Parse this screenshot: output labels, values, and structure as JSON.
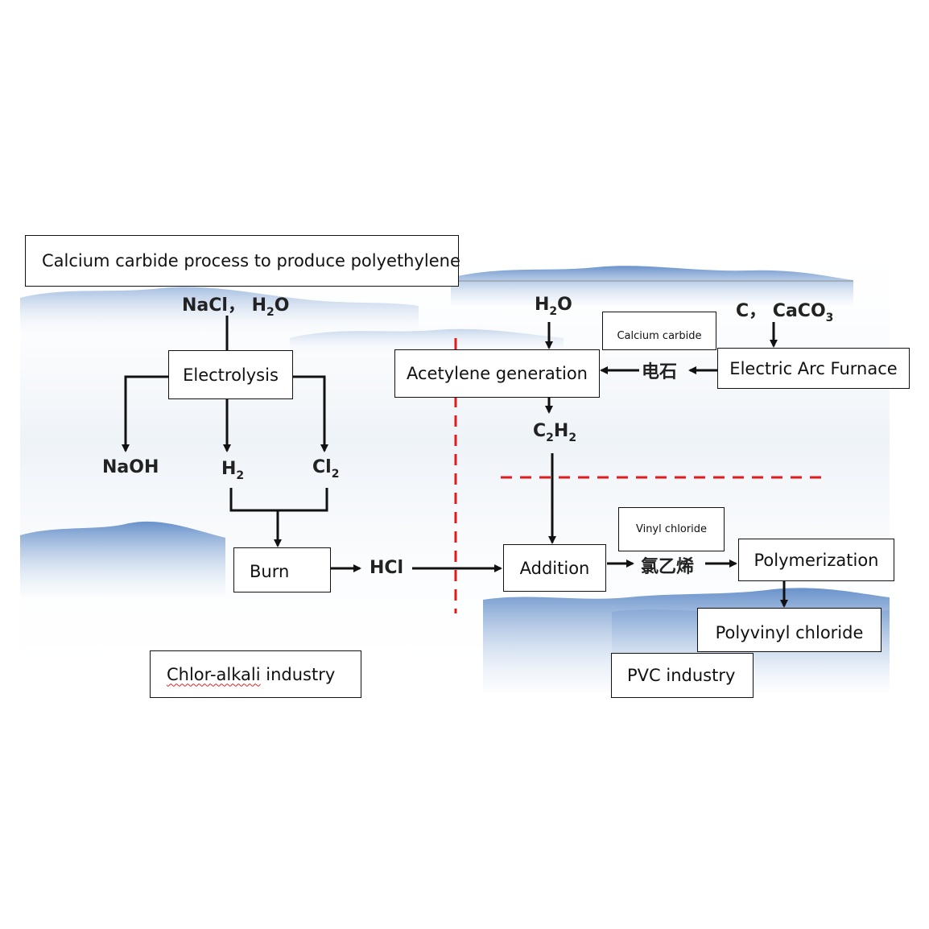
{
  "title": "Calcium carbide process to produce polyethylene",
  "boxes": {
    "electrolysis": "Electrolysis",
    "burn": "Burn",
    "acetylene_generation": "Acetylene generation",
    "electric_arc_furnace": "Electric Arc Furnace",
    "addition": "Addition",
    "polymerization": "Polymerization",
    "polyvinyl_chloride": "Polyvinyl chloride",
    "calcium_carbide_note": "Calcium carbide",
    "vinyl_chloride_note": "Vinyl chloride"
  },
  "chemicals": {
    "nacl_h2o": {
      "a": "NaCl， H",
      "b": "2",
      "c": "O"
    },
    "naoh": "NaOH",
    "h2": {
      "a": "H",
      "b": "2"
    },
    "cl2": {
      "a": "Cl",
      "b": "2"
    },
    "hcl": "HCl",
    "h2o": {
      "a": "H",
      "b": "2",
      "c": "O"
    },
    "c_caco3": {
      "a": "C， CaCO",
      "b": "3"
    },
    "c2h2": {
      "a": "C",
      "b": "2",
      "c": "H",
      "d": "2"
    },
    "calcium_carbide_cn": "电石",
    "vinyl_chloride_cn": "氯乙烯"
  },
  "sections": {
    "chlor_alkali_a": "Chlor-alkali",
    "chlor_alkali_b": " industry",
    "pvc": "PVC industry"
  },
  "colors": {
    "divider": "#e01b1b",
    "arrow": "#111111",
    "mountain": "#5b86c4"
  }
}
